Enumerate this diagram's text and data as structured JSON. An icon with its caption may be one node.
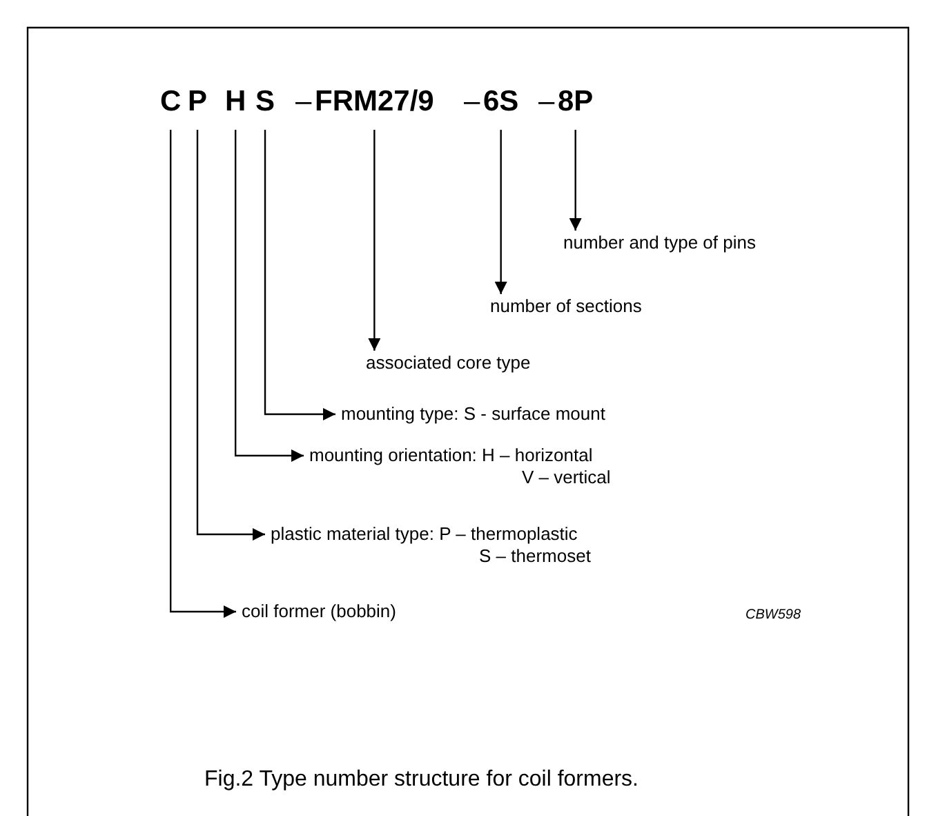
{
  "diagram": {
    "caption": "Fig.2  Type number structure for coil formers.",
    "nodes": [
      {
        "text": [
          "C"
        ]
      },
      {
        "text": [
          "P"
        ]
      },
      {
        "text": [
          "H"
        ]
      },
      {
        "text": [
          "S"
        ]
      },
      {
        "text": [
          "FRM27/9"
        ]
      },
      {
        "text": [
          "6S"
        ]
      },
      {
        "text": [
          "8P"
        ]
      },
      {
        "text": [
          "number and type of pins"
        ]
      },
      {
        "text": [
          "number of sections"
        ]
      },
      {
        "text": [
          "associated core type"
        ]
      },
      {
        "text": [
          "mounting type: S - surface mount"
        ]
      },
      {
        "text": [
          "mounting orientation: H – horizontal",
          "V – vertical"
        ]
      },
      {
        "text": [
          "plastic material type: P – thermoplastic",
          "S – thermoset"
        ]
      },
      {
        "text": [
          "coil former (bobbin)"
        ]
      }
    ],
    "edges": [
      {
        "from": 6,
        "to": 7,
        "arrow": "to"
      },
      {
        "from": 5,
        "to": 8,
        "arrow": "to"
      },
      {
        "from": 4,
        "to": 9,
        "arrow": "to"
      },
      {
        "from": 3,
        "to": 10,
        "arrow": "to"
      },
      {
        "from": 2,
        "to": 11,
        "arrow": "to"
      },
      {
        "from": 1,
        "to": 12,
        "arrow": "to"
      },
      {
        "from": 0,
        "to": 13,
        "arrow": "to"
      }
    ],
    "labels": [
      "–",
      "–",
      "–",
      "CBW598"
    ]
  }
}
